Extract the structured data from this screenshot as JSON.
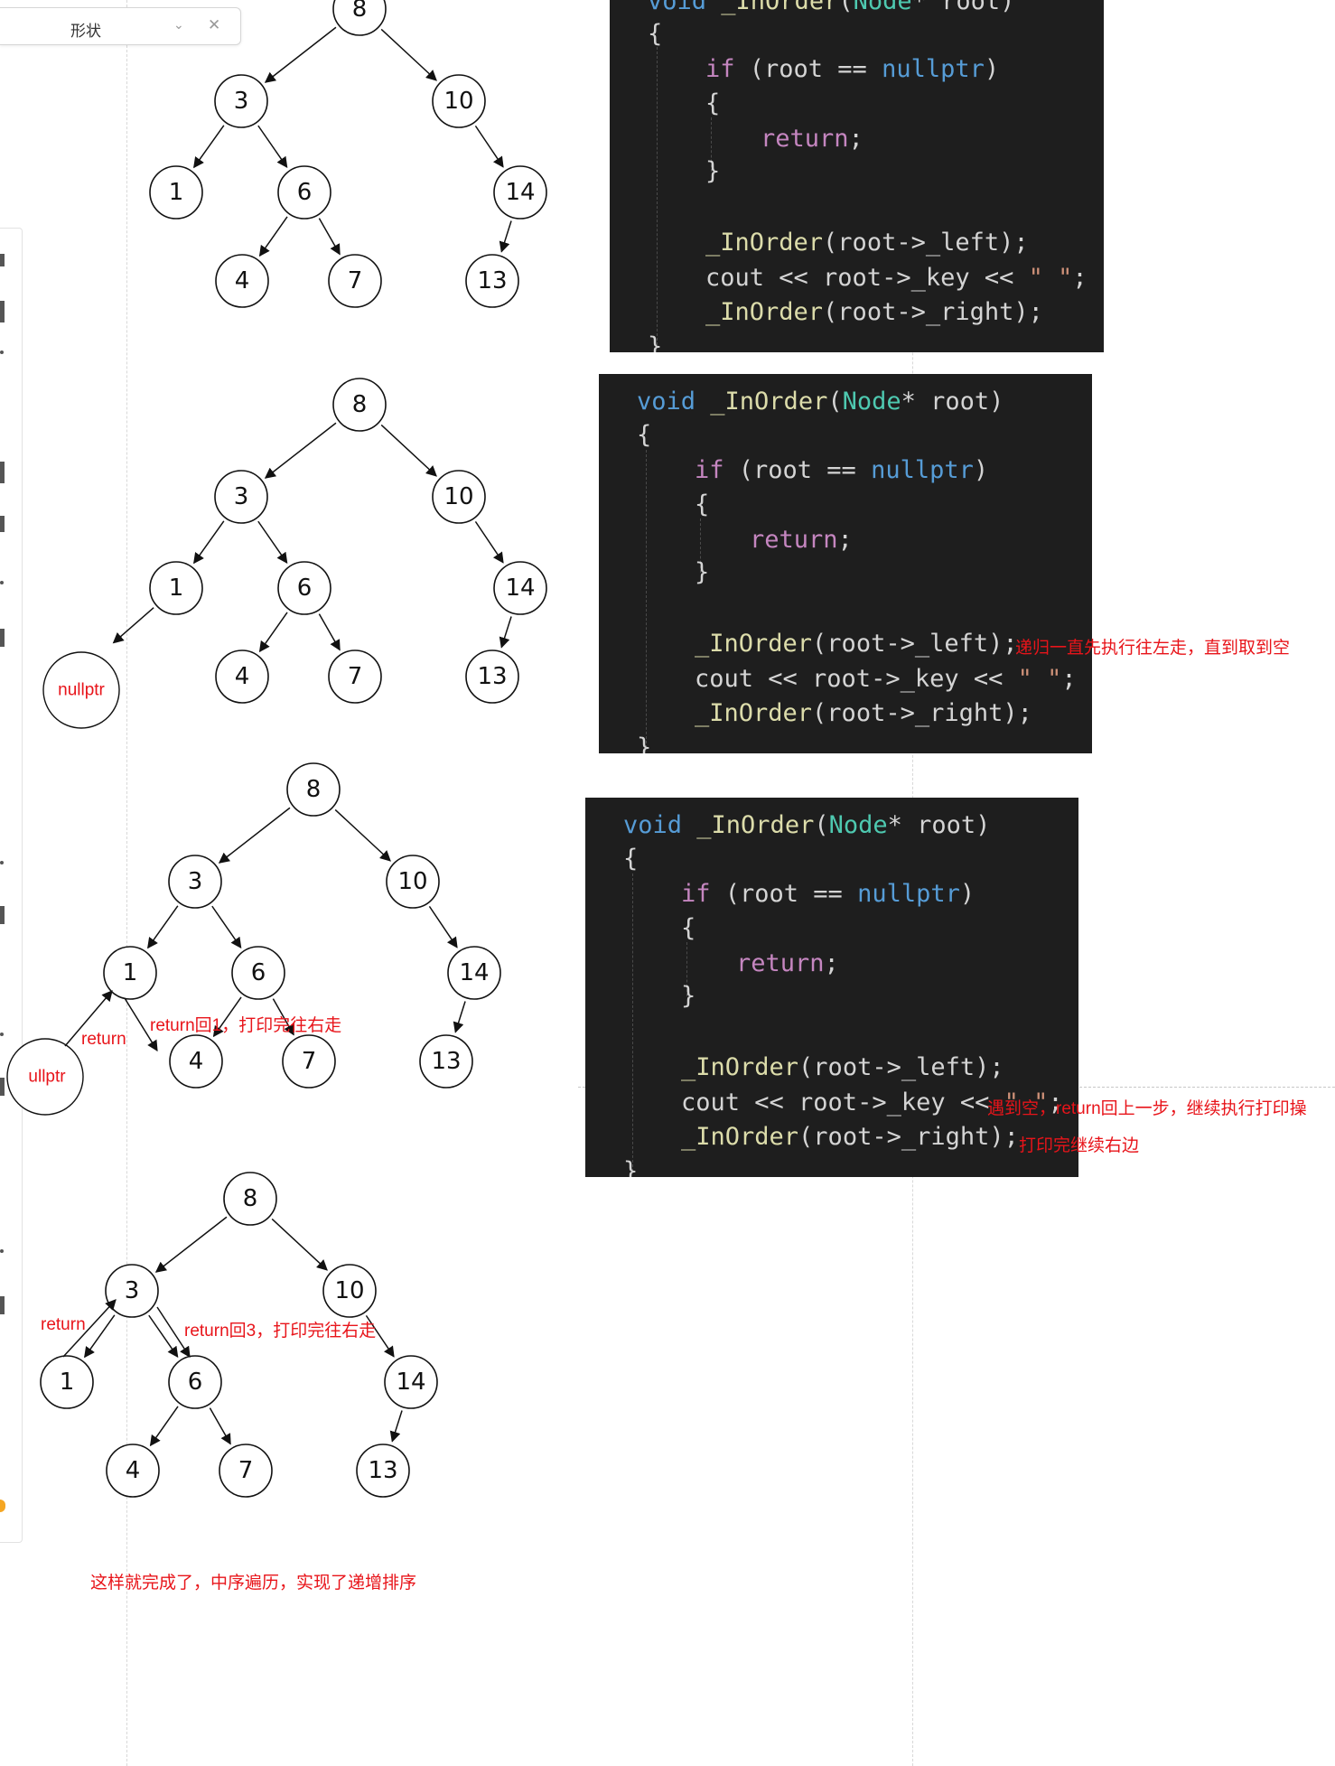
{
  "panel": {
    "title": "形状",
    "chevron_icon": "chevron-down-icon",
    "close_icon": "close-icon"
  },
  "colors": {
    "code_bg": "#1e1e1e",
    "keyword": "#569cd6",
    "type": "#4ec9b0",
    "function": "#dcdcaa",
    "param": "#9cdcfe",
    "return": "#c586c0",
    "annotation": "#e8141a"
  },
  "code": {
    "l1a": "void ",
    "l1b": "_InOrder",
    "l1c": "(",
    "l1d": "Node",
    "l1e": "* root)",
    "brace_open": "{",
    "brace_close": "}",
    "if_kw": "if",
    "if_mid": " (root == ",
    "if_null": "nullptr",
    "if_end": ")",
    "return_kw": "return",
    "semi": ";",
    "rec_fn": "_InOrder",
    "rec_left_args": "(root->_left);",
    "rec_right_args": "(root->_right);",
    "cout_a": "cout << root->_key << ",
    "cout_b": "\" \"",
    "cout_c": ";"
  },
  "trees": {
    "node_labels": [
      "8",
      "3",
      "10",
      "1",
      "6",
      "14",
      "4",
      "7",
      "13"
    ],
    "null_label": "nullptr",
    "null_label_cut": "ullptr",
    "return_label": "return"
  },
  "annotations": {
    "a1": "递归一直先执行往左走，直到取到空",
    "a2": "遇到空，return回上一步，继续执行打印操",
    "a3": "打印完继续右边",
    "r1": "return回1，打印完往右走",
    "r3": "return回3，打印完往右走",
    "final": "这样就完成了，中序遍历，实现了递增排序"
  }
}
